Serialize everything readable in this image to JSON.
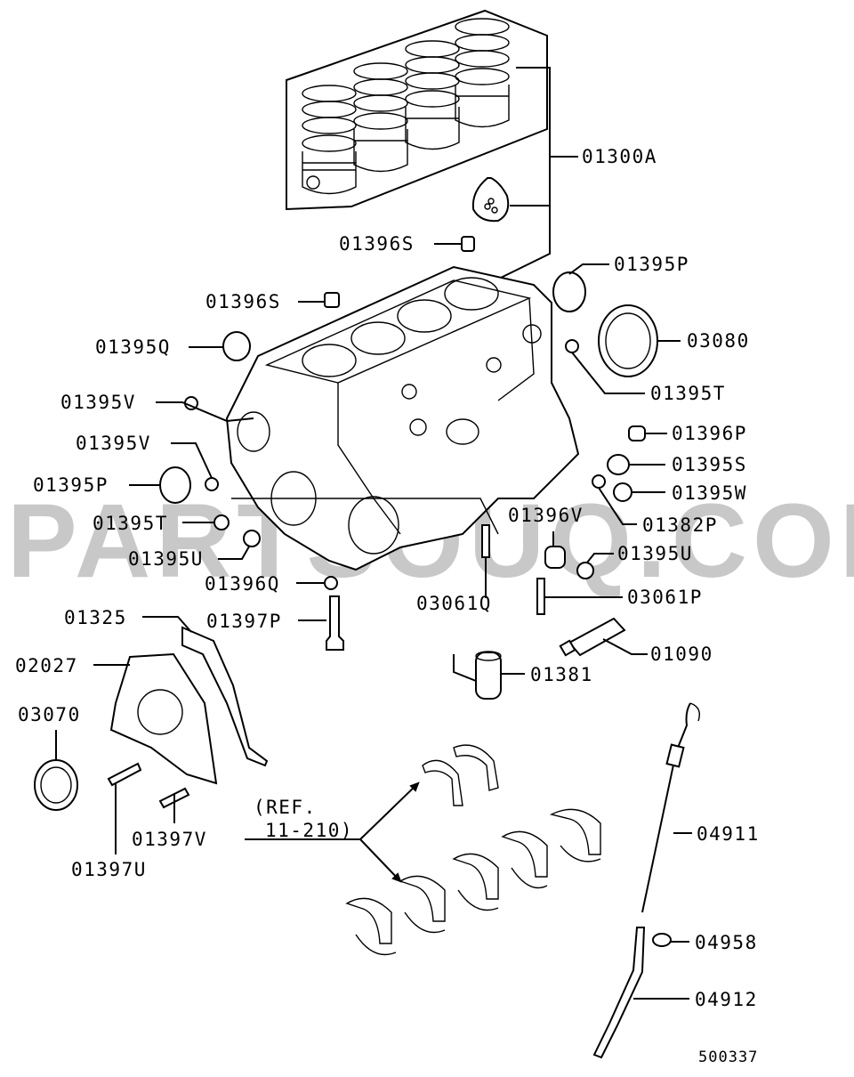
{
  "watermark": "PARTSOUQ.COM",
  "drawing_number": "500337",
  "reference": {
    "line1": "(REF.",
    "line2": "11-210)"
  },
  "labels": {
    "p01300A": "01300A",
    "p01396S_a": "01396S",
    "p01396S_b": "01396S",
    "p01395P_a": "01395P",
    "p03080": "03080",
    "p01395Q": "01395Q",
    "p01395T_a": "01395T",
    "p01395V_a": "01395V",
    "p01396P": "01396P",
    "p01395V_b": "01395V",
    "p01395S": "01395S",
    "p01395P_b": "01395P",
    "p01395W": "01395W",
    "p01395T_b": "01395T",
    "p01382P": "01382P",
    "p01396V": "01396V",
    "p01395U_a": "01395U",
    "p01395U_b": "01395U",
    "p01396Q": "01396Q",
    "p03061Q": "03061Q",
    "p03061P": "03061P",
    "p01325": "01325",
    "p01397P": "01397P",
    "p01090": "01090",
    "p02027": "02027",
    "p01381": "01381",
    "p03070": "03070",
    "p04911": "04911",
    "p01397V": "01397V",
    "p01397U": "01397U",
    "p04958": "04958",
    "p04912": "04912"
  }
}
